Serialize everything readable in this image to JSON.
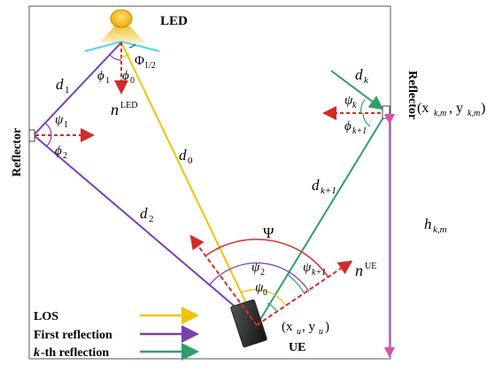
{
  "labels": {
    "led": "LED",
    "reflector_left": "Reflector",
    "reflector_right": "Reflector",
    "ue": "UE",
    "d1_base": "d",
    "d1_sub": "1",
    "d0_base": "d",
    "d0_sub": "0",
    "d2_base": "d",
    "d2_sub": "2",
    "dk_base": "d",
    "dk_sub": "k",
    "dk1_base": "d",
    "dk1_sub": "k+1",
    "phi1_base": "ϕ",
    "phi1_sub": "1",
    "phi0_base": "ϕ",
    "phi0_sub": "0",
    "Phi12_base": "Φ",
    "Phi12_sub": "1/2",
    "nled_base": "n",
    "nled_sup": "LED",
    "psi1_base": "ψ",
    "psi1_sub": "1",
    "phi2_base": "ϕ",
    "phi2_sub": "2",
    "psik_base": "ψ",
    "psik_sub": "k",
    "phik1_base": "ϕ",
    "phik1_sub": "k+1",
    "refl_coord_text": "(x",
    "refl_coord_sub1": "k,m",
    "refl_coord_mid": ", y",
    "refl_coord_sub2": "k,m",
    "refl_coord_end": ")",
    "hkm_base": "h",
    "hkm_sub": "k,m",
    "Psi": "Ψ",
    "psi2_base": "ψ",
    "psi2_sub": "2",
    "psik1_base": "ψ",
    "psik1_sub": "k+1",
    "psi0_base": "ψ",
    "psi0_sub": "0",
    "nue_base": "n",
    "nue_sup": "UE",
    "ue_coord_text": "(x",
    "ue_coord_sub1": "u",
    "ue_coord_mid": ", y",
    "ue_coord_sub2": "u",
    "ue_coord_end": ")"
  },
  "legend": [
    {
      "label": "LOS",
      "color": "#f2c200"
    },
    {
      "label": "First reflection",
      "color": "#7a3fb0"
    },
    {
      "label": "-th reflection",
      "prefix": "k",
      "color": "#2f9e6b"
    }
  ],
  "colors": {
    "los": "#f2c200",
    "first_reflection": "#7a3fb0",
    "kth_reflection": "#2f9e6b",
    "normal_arrows": "#d42a2a",
    "height_marker": "#e04db0",
    "led_body": "#f5b800",
    "led_cone": "#f7e3a1",
    "led_fov": "#4dd9e6"
  }
}
